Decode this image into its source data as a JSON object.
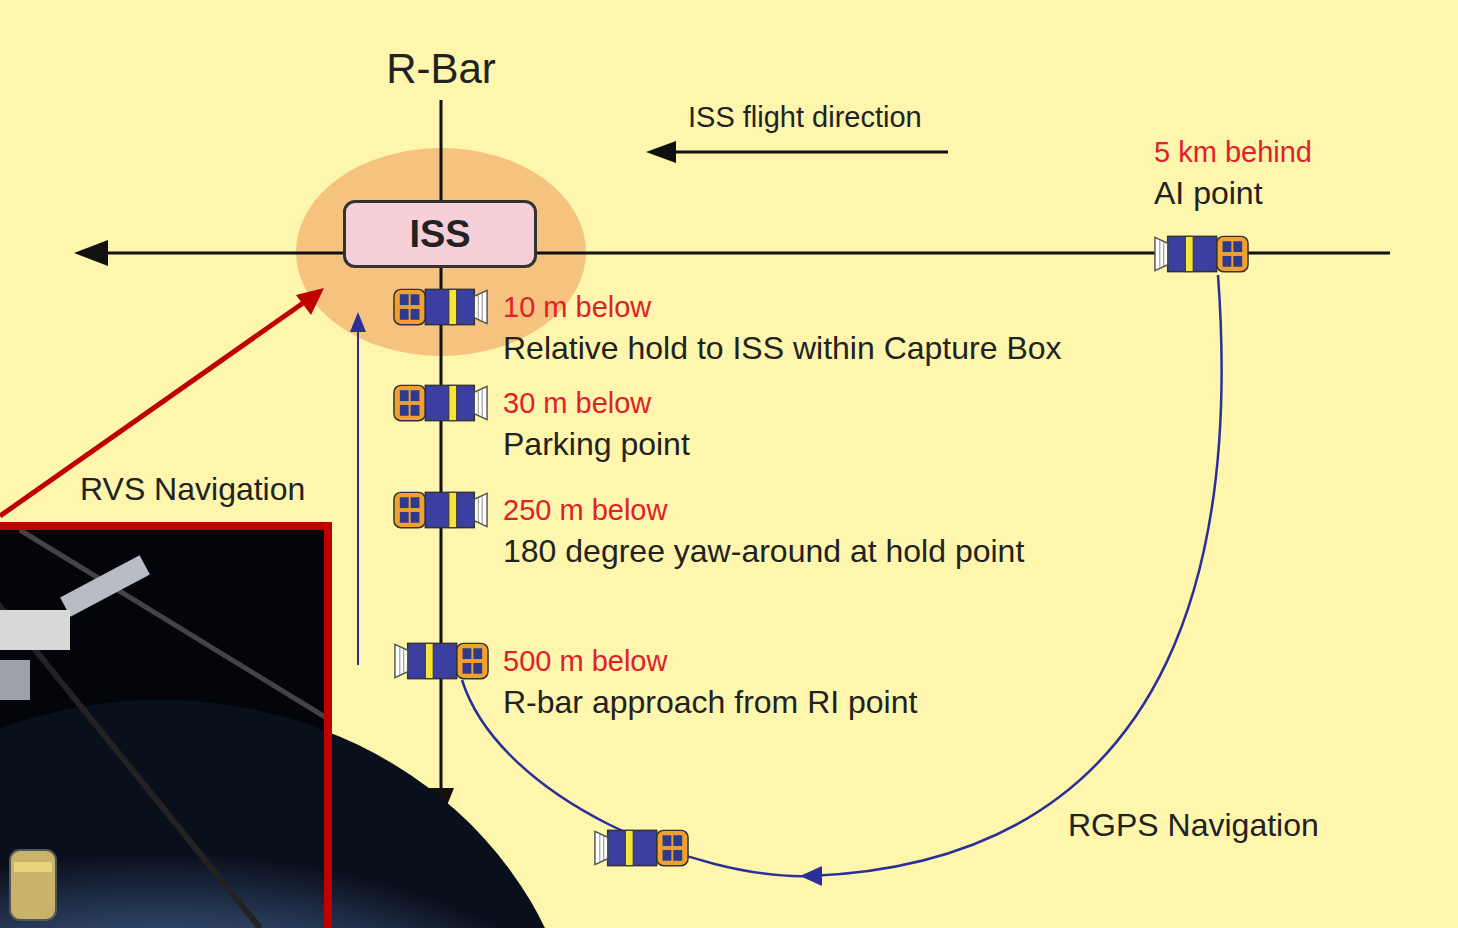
{
  "diagram": {
    "nodes": [
      {
        "text": [
          "ISS"
        ]
      }
    ],
    "labels": [
      "R-Bar",
      "ISS flight direction",
      "5 km behind",
      "AI point",
      "10 m below",
      "Relative hold to ISS within Capture Box",
      "30 m below",
      "Parking point",
      "250 m below",
      "180 degree yaw-around at hold point",
      "500 m below",
      "R-bar approach from RI point",
      "RVS Navigation",
      "RGPS Navigation"
    ]
  }
}
